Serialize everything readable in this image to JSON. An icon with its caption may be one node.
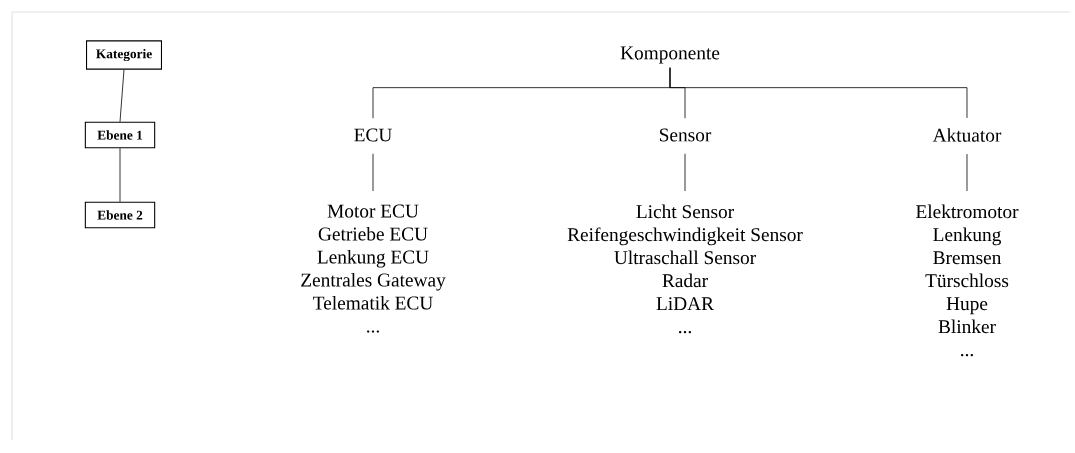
{
  "diagram": {
    "nodes": [
      {
        "text": [
          "Kategorie"
        ]
      },
      {
        "text": [
          "Ebene 1"
        ]
      },
      {
        "text": [
          "Ebene 2"
        ]
      },
      {
        "text": [
          "Komponente"
        ]
      },
      {
        "text": [
          "ECU"
        ]
      },
      {
        "text": [
          "Sensor"
        ]
      },
      {
        "text": [
          "Aktuator"
        ]
      },
      {
        "text": [
          "Motor ECU",
          "Getriebe ECU",
          "Lenkung ECU",
          "Zentrales Gateway",
          "Telematik ECU",
          "..."
        ]
      },
      {
        "text": [
          "Licht Sensor",
          "Reifengeschwindigkeit Sensor",
          "Ultraschall Sensor",
          "Radar",
          "LiDAR",
          "..."
        ]
      },
      {
        "text": [
          "Elektromotor",
          "Lenkung",
          "Bremsen",
          "Türschloss",
          "Hupe",
          "Blinker",
          "..."
        ]
      }
    ],
    "edges": [
      {
        "from": 0,
        "to": 1,
        "arrow": "none"
      },
      {
        "from": 1,
        "to": 2,
        "arrow": "none"
      },
      {
        "from": 3,
        "to": 4,
        "arrow": "none"
      },
      {
        "from": 3,
        "to": 5,
        "arrow": "none"
      },
      {
        "from": 3,
        "to": 6,
        "arrow": "none"
      },
      {
        "from": 4,
        "to": 7,
        "arrow": "none"
      },
      {
        "from": 5,
        "to": 8,
        "arrow": "none"
      },
      {
        "from": 6,
        "to": 9,
        "arrow": "none"
      }
    ]
  }
}
